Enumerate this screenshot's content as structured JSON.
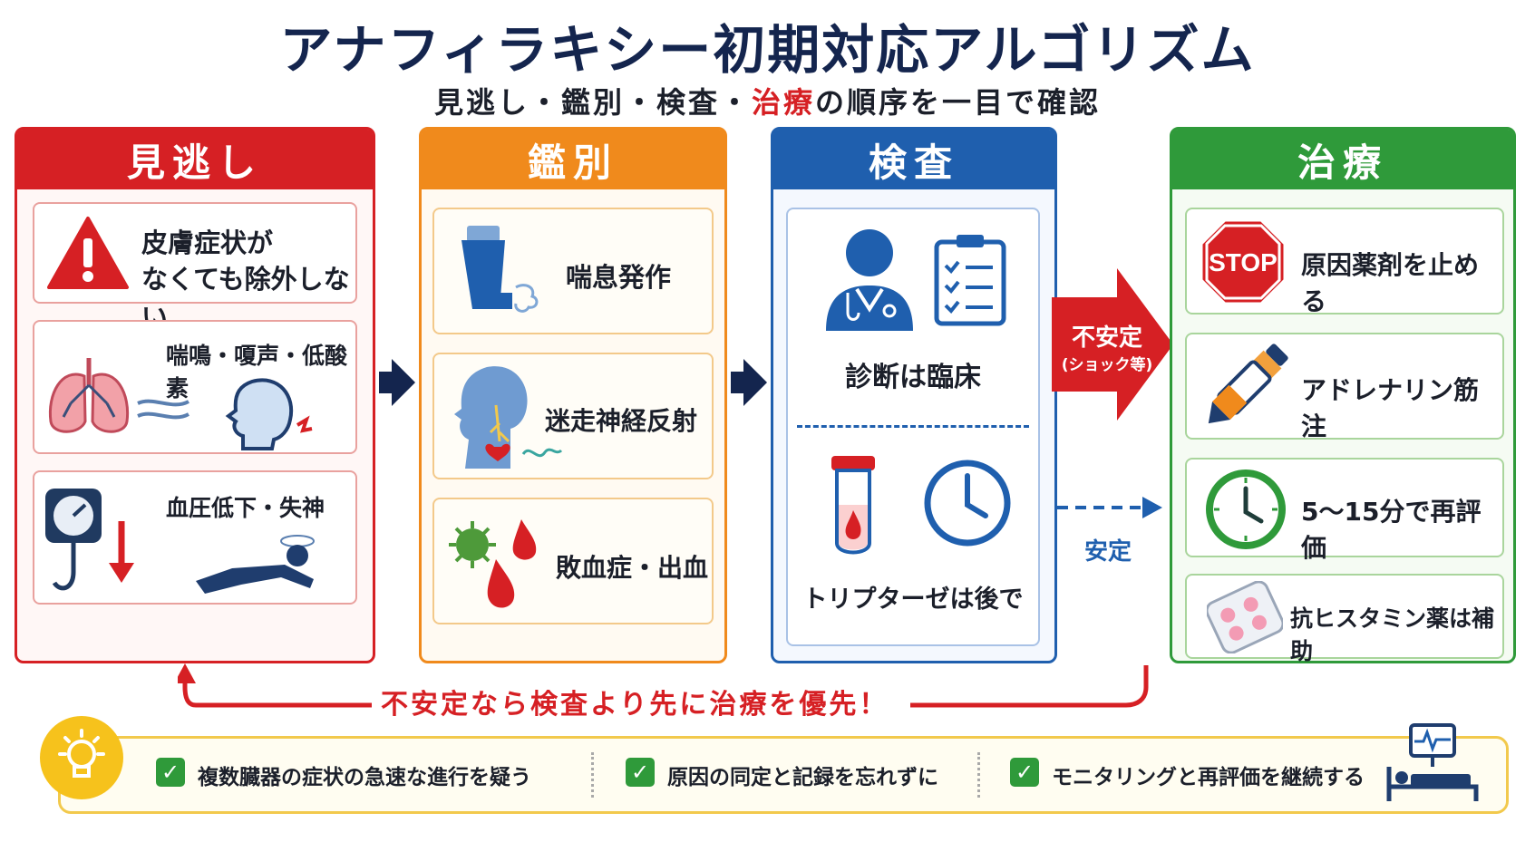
{
  "title": "アナフィラキシー初期対応アルゴリズム",
  "subtitle": {
    "part1": "見逃し・鑑別・検査・",
    "part2": "治療",
    "part3": "の順序を一目で確認"
  },
  "columns": {
    "miss": {
      "header": "見逃し",
      "items": [
        {
          "line1": "皮膚症状が",
          "line2": "なくても除外しない"
        },
        {
          "label": "喘鳴・嗄声・低酸素"
        },
        {
          "label": "血圧低下・失神"
        }
      ]
    },
    "diff": {
      "header": "鑑別",
      "items": [
        {
          "label": "喘息発作"
        },
        {
          "label": "迷走神経反射"
        },
        {
          "label": "敗血症・出血"
        }
      ]
    },
    "test": {
      "header": "検査",
      "items": [
        {
          "label": "診断は臨床"
        },
        {
          "label": "トリプターゼは後で"
        }
      ]
    },
    "treat": {
      "header": "治療",
      "items": [
        {
          "label": "原因薬剤を止める",
          "icon_text": "STOP"
        },
        {
          "label": "アドレナリン筋注"
        },
        {
          "label": "5〜15分で再評価"
        },
        {
          "label": "抗ヒスタミン薬は補助"
        }
      ]
    }
  },
  "flow": {
    "unstable_label": "不安定",
    "unstable_sub": "(ショック等)",
    "stable_label": "安定",
    "feedback": "不安定なら検査より先に治療を優先！"
  },
  "tips": [
    "複数臓器の症状の急速な進行を疑う",
    "原因の同定と記録を忘れずに",
    "モニタリングと再評価を継続する"
  ],
  "colors": {
    "red": "#d62024",
    "orange": "#f08a1c",
    "blue": "#1f5fae",
    "green": "#2f9a3a",
    "navy": "#14254e"
  }
}
